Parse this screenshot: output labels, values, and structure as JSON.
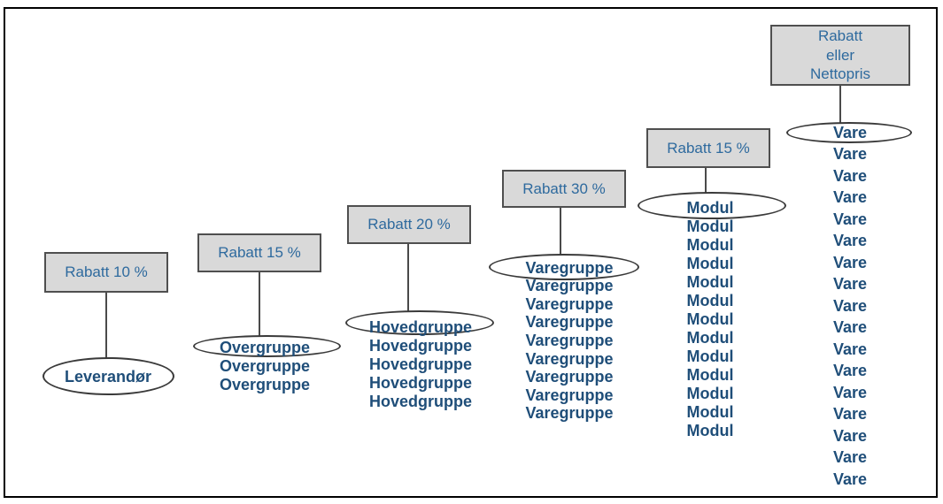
{
  "diagram": {
    "description": "Discount hierarchy diagram (Norwegian): rabatt levels per product hierarchy",
    "columns": [
      {
        "name": "leverandor",
        "box_lines": [
          "Rabatt 10 %"
        ],
        "levels": [
          "Leverandør"
        ]
      },
      {
        "name": "overgruppe",
        "box_lines": [
          "Rabatt 15 %"
        ],
        "levels": [
          "Overgruppe",
          "Overgruppe",
          "Overgruppe"
        ]
      },
      {
        "name": "hovedgruppe",
        "box_lines": [
          "Rabatt 20 %"
        ],
        "levels": [
          "Hovedgruppe",
          "Hovedgruppe",
          "Hovedgruppe",
          "Hovedgruppe",
          "Hovedgruppe"
        ]
      },
      {
        "name": "varegruppe",
        "box_lines": [
          "Rabatt 30 %"
        ],
        "levels": [
          "Varegruppe",
          "Varegruppe",
          "Varegruppe",
          "Varegruppe",
          "Varegruppe",
          "Varegruppe",
          "Varegruppe",
          "Varegruppe",
          "Varegruppe"
        ]
      },
      {
        "name": "modul",
        "box_lines": [
          "Rabatt 15 %"
        ],
        "levels": [
          "Modul",
          "Modul",
          "Modul",
          "Modul",
          "Modul",
          "Modul",
          "Modul",
          "Modul",
          "Modul",
          "Modul",
          "Modul",
          "Modul",
          "Modul"
        ]
      },
      {
        "name": "vare",
        "box_lines": [
          "Rabatt",
          "eller",
          "Nettopris"
        ],
        "levels": [
          "Vare",
          "Vare",
          "Vare",
          "Vare",
          "Vare",
          "Vare",
          "Vare",
          "Vare",
          "Vare",
          "Vare",
          "Vare",
          "Vare",
          "Vare",
          "Vare",
          "Vare",
          "Vare",
          "Vare"
        ]
      }
    ],
    "colors": {
      "box_fill": "#d9d9d9",
      "box_border": "#4f4f4f",
      "box_text": "#2e6a9e",
      "level_text": "#1f4e79",
      "ellipse_stroke": "#3a3a3a",
      "frame_border": "#000000",
      "line_color": "#4a4a4a"
    }
  }
}
